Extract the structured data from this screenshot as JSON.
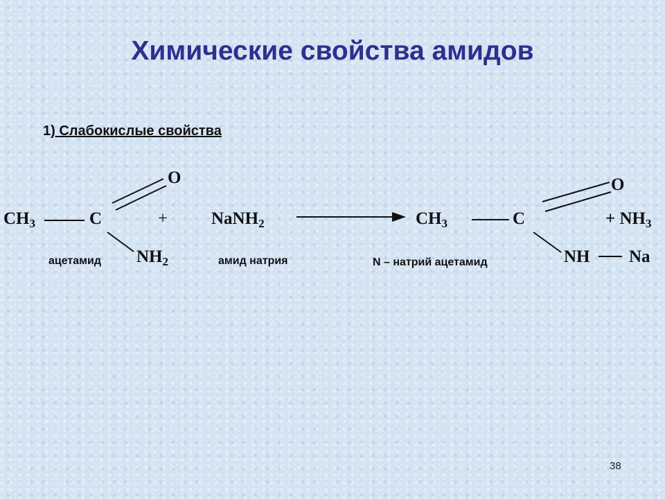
{
  "title": "Химические свойства амидов",
  "section": {
    "number": "1",
    "paren": ")",
    "heading": " Слабокислые свойства"
  },
  "reaction": {
    "r1_ch3": "CH",
    "r1_ch3_sub": "3",
    "r1_c": "C",
    "r1_o": "O",
    "r1_nh2": "NH",
    "r1_nh2_sub": "2",
    "r1_label": "ацетамид",
    "plus": "+",
    "r2": "NaNH",
    "r2_sub": "2",
    "r2_label": "амид натрия",
    "p1_ch3": "CH",
    "p1_ch3_sub": "3",
    "p1_c": "C",
    "p1_o": "O",
    "p1_nh": "NH",
    "p1_na": "Na",
    "p1_label": "N – натрий ацетамид",
    "p2": "+ NH",
    "p2_sub": "3"
  },
  "page_number": "38"
}
